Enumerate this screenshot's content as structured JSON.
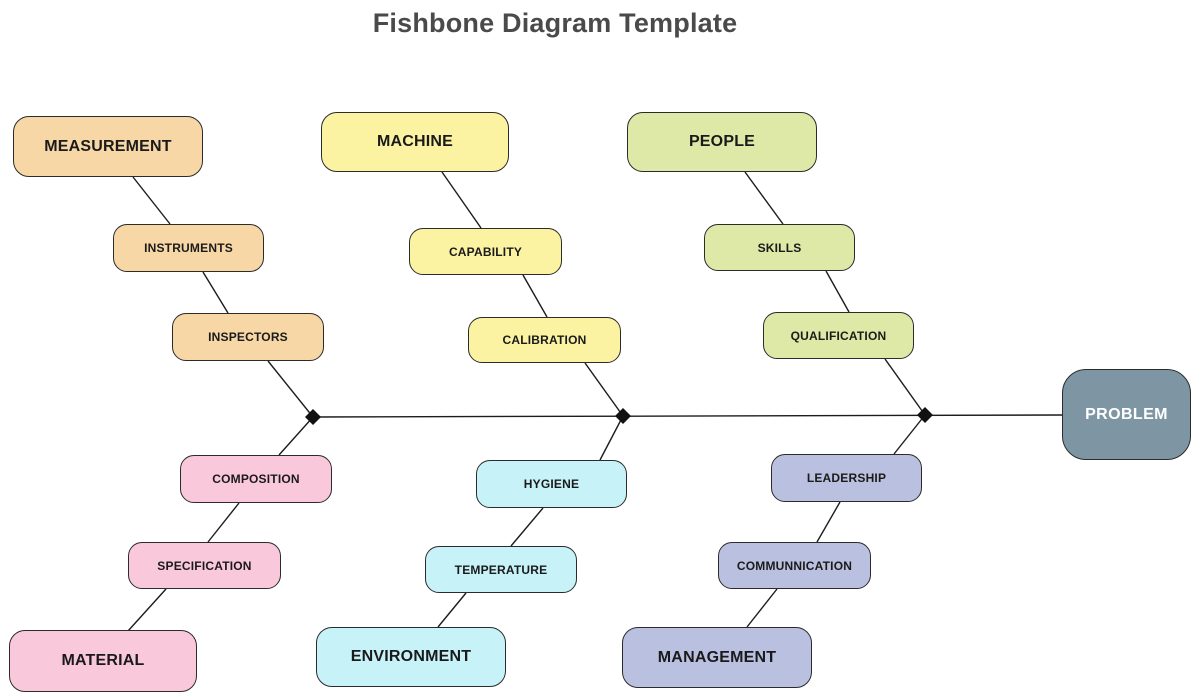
{
  "title": "Fishbone Diagram Template",
  "palette": {
    "line": "#1C1C1C",
    "node_border": "#2B2B2B",
    "title_text": "#4A4A4A",
    "node_text": "#1A1A1A"
  },
  "problem": {
    "label": "PROBLEM",
    "fill": "#7E96A3",
    "text_color": "#FFFFFF"
  },
  "categories": [
    {
      "id": "measurement",
      "label": "MEASUREMENT",
      "fill": "#F8D7A7",
      "side": "top",
      "causes": [
        "INSTRUMENTS",
        "INSPECTORS"
      ]
    },
    {
      "id": "machine",
      "label": "MACHINE",
      "fill": "#FBF3A2",
      "side": "top",
      "causes": [
        "CAPABILITY",
        "CALIBRATION"
      ]
    },
    {
      "id": "people",
      "label": "PEOPLE",
      "fill": "#DFE9A7",
      "side": "top",
      "causes": [
        "SKILLS",
        "QUALIFICATION"
      ]
    },
    {
      "id": "material",
      "label": "MATERIAL",
      "fill": "#FAC8DB",
      "side": "bottom",
      "causes": [
        "COMPOSITION",
        "SPECIFICATION"
      ]
    },
    {
      "id": "environment",
      "label": "ENVIRONMENT",
      "fill": "#C7F2F8",
      "side": "bottom",
      "causes": [
        "HYGIENE",
        "TEMPERATURE"
      ]
    },
    {
      "id": "management",
      "label": "MANAGEMENT",
      "fill": "#BAC0E0",
      "side": "bottom",
      "causes": [
        "LEADERSHIP",
        "COMMUNNICATION"
      ]
    }
  ]
}
